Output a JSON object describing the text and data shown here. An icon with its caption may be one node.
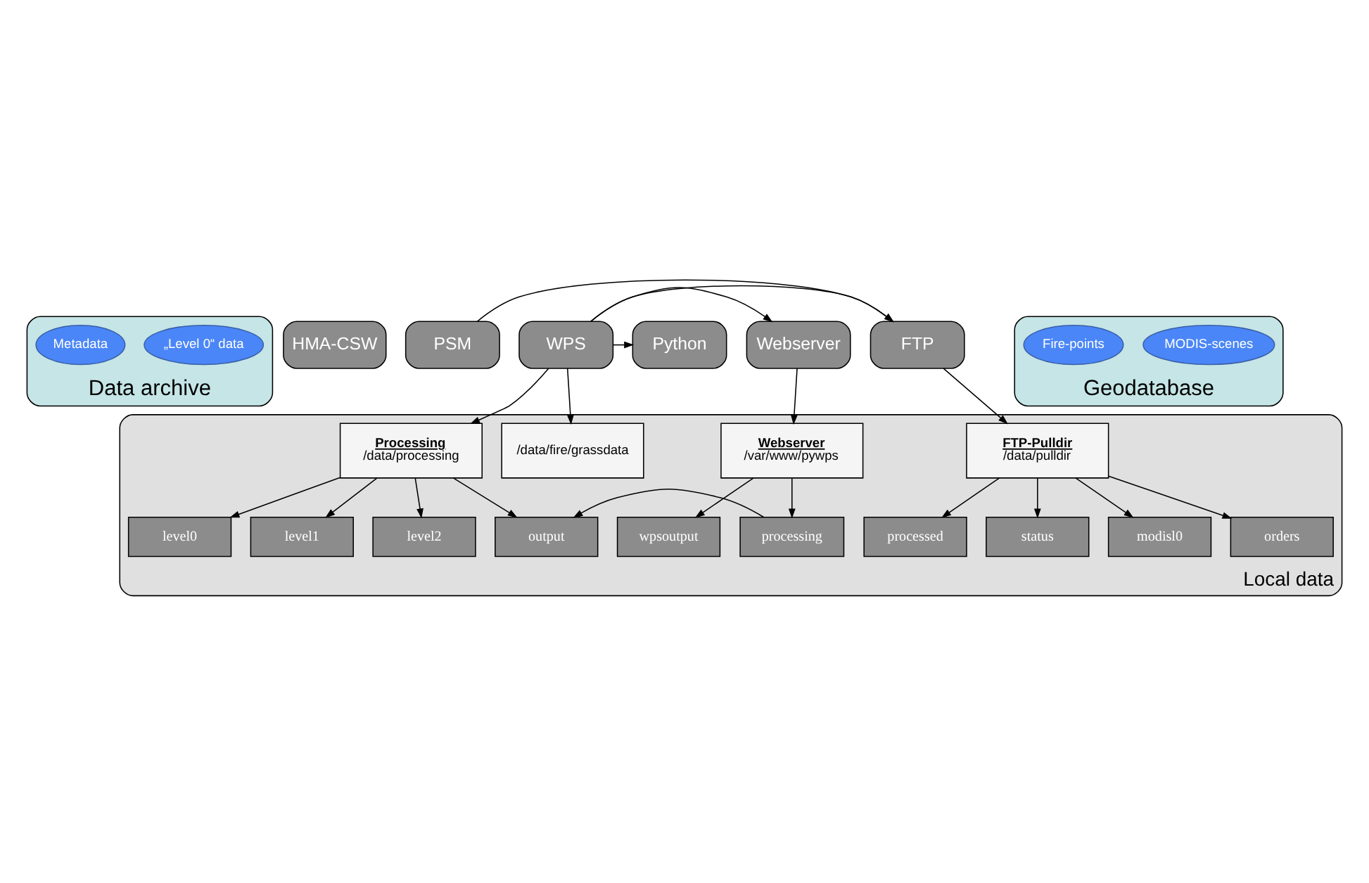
{
  "diagram": {
    "nodes": [
      {
        "text": [
          "Data archive"
        ]
      },
      {
        "text": [
          "„Level 0“ data"
        ],
        "in": 0
      },
      {
        "text": [
          "Metadata"
        ],
        "in": 0
      },
      {
        "text": [
          "HMA-CSW"
        ]
      },
      {
        "text": [
          "PSM"
        ]
      },
      {
        "text": [
          "FTP"
        ]
      },
      {
        "text": [
          "WPS"
        ]
      },
      {
        "text": [
          "Webserver"
        ]
      },
      {
        "text": [
          "Geodatabase"
        ]
      },
      {
        "text": [
          "MODIS-scenes"
        ],
        "in": 8
      },
      {
        "text": [
          "Fire-points"
        ],
        "in": 8
      },
      {
        "text": [
          "Python"
        ]
      },
      {
        "text": [
          "Local data"
        ]
      },
      {
        "text": [
          "FTP-Pulldir",
          "/data/pulldir"
        ],
        "in": 12
      },
      {
        "text": [
          "modisl0"
        ],
        "in": 12
      },
      {
        "text": [
          "orders"
        ],
        "in": 12
      },
      {
        "text": [
          "processed"
        ],
        "in": 12
      },
      {
        "text": [
          "status"
        ],
        "in": 12
      },
      {
        "text": [
          "Processing",
          "/data/processing"
        ],
        "in": 12
      },
      {
        "text": [
          "level0"
        ],
        "in": 12
      },
      {
        "text": [
          "level1"
        ],
        "in": 12
      },
      {
        "text": [
          "level2"
        ],
        "in": 12
      },
      {
        "text": [
          "output"
        ],
        "in": 12
      },
      {
        "text": [
          "/data/fire/grassdata"
        ],
        "in": 12
      },
      {
        "text": [
          "Webserver",
          "/var/www/pywps"
        ],
        "in": 12
      },
      {
        "text": [
          "wpsoutput"
        ],
        "in": 12
      },
      {
        "text": [
          "processing"
        ],
        "in": 12
      }
    ],
    "edges": [
      {
        "from": 4,
        "to": 5,
        "arrow": "to"
      },
      {
        "from": 6,
        "to": 5,
        "arrow": "to"
      },
      {
        "from": 6,
        "to": 7,
        "arrow": "to"
      },
      {
        "from": 5,
        "to": 13,
        "arrow": "to"
      },
      {
        "from": 6,
        "to": 18,
        "arrow": "to"
      },
      {
        "from": 6,
        "to": 23,
        "arrow": "to"
      },
      {
        "from": 6,
        "to": 11,
        "arrow": "to"
      },
      {
        "from": 7,
        "to": 24,
        "arrow": "to"
      },
      {
        "from": 13,
        "to": 14,
        "arrow": "to"
      },
      {
        "from": 13,
        "to": 15,
        "arrow": "to"
      },
      {
        "from": 13,
        "to": 16,
        "arrow": "to"
      },
      {
        "from": 13,
        "to": 17,
        "arrow": "to"
      },
      {
        "from": 18,
        "to": 19,
        "arrow": "to"
      },
      {
        "from": 18,
        "to": 20,
        "arrow": "to"
      },
      {
        "from": 18,
        "to": 21,
        "arrow": "to"
      },
      {
        "from": 18,
        "to": 22,
        "arrow": "to"
      },
      {
        "from": 24,
        "to": 25,
        "arrow": "to"
      },
      {
        "from": 24,
        "to": 26,
        "arrow": "to"
      },
      {
        "from": 26,
        "to": 22,
        "arrow": "to"
      }
    ]
  }
}
